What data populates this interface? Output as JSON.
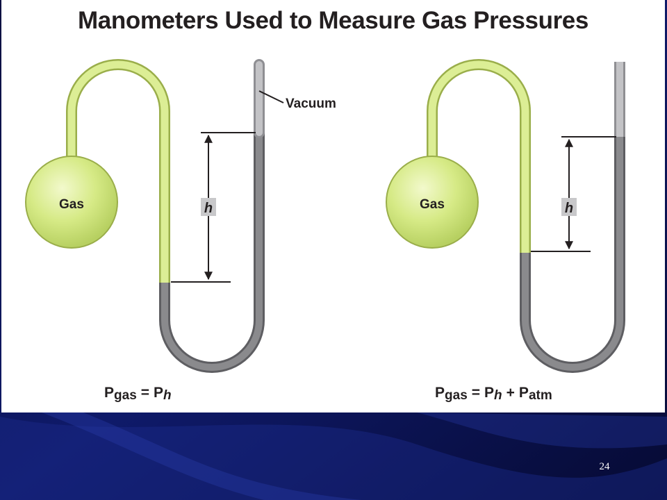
{
  "slide": {
    "title": "Manometers Used to Measure Gas Pressures",
    "slide_number": "24"
  },
  "colors": {
    "background": "#0a1046",
    "panel": "#ffffff",
    "gas": "#d6ea86",
    "mercury": "#7e7e80",
    "vacuum": "#b5b5b8",
    "text": "#231f20"
  },
  "manometers": [
    {
      "type": "closed-end",
      "bulb_label": "Gas",
      "height_label": "h",
      "vacuum_label": "Vacuum",
      "equation": {
        "lhs": "P",
        "lhs_sub": "gas",
        "eq": "=",
        "t1": "P",
        "t1_sub": "h"
      }
    },
    {
      "type": "open-end",
      "bulb_label": "Gas",
      "height_label": "h",
      "equation": {
        "lhs": "P",
        "lhs_sub": "gas",
        "eq": "=",
        "t1": "P",
        "t1_sub": "h",
        "plus": "+",
        "t2": "P",
        "t2_sub": "atm"
      }
    }
  ]
}
